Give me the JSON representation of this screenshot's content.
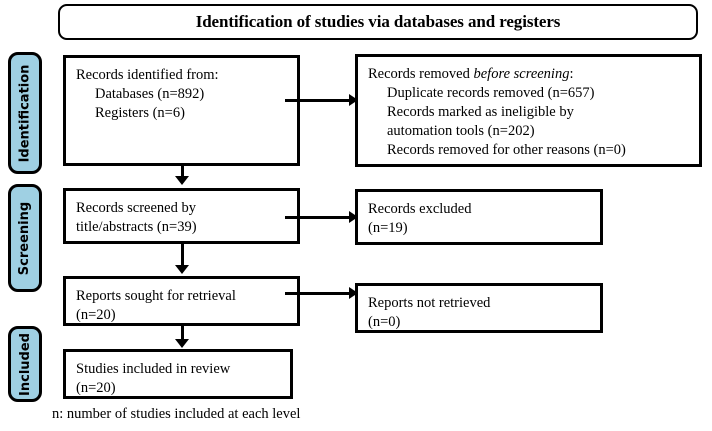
{
  "title": {
    "text": "Identification of studies via databases and registers"
  },
  "stages": [
    {
      "id": "identification",
      "label": "Identification"
    },
    {
      "id": "screening",
      "label": "Screening"
    },
    {
      "id": "included",
      "label": "Included"
    }
  ],
  "boxes": {
    "identified": {
      "line1": "Records identified from:",
      "line2": "Databases (n=892)",
      "line3": "Registers (n=6)"
    },
    "removed": {
      "line1_prefix": "Records removed ",
      "line1_italic": "before screening",
      "line1_suffix": ":",
      "line2": "Duplicate records removed (n=657)",
      "line3": "Records marked as ineligible by",
      "line4": "automation tools (n=202)",
      "line5": "Records removed for other reasons (n=0)"
    },
    "screened": {
      "line1": "Records screened by",
      "line2": "title/abstracts (n=39)"
    },
    "excluded": {
      "line1": "Records excluded",
      "line2": "(n=19)"
    },
    "sought": {
      "line1": "Reports sought for retrieval",
      "line2": "(n=20)"
    },
    "not_retrieved": {
      "line1": "Reports not retrieved",
      "line2": "(n=0)"
    },
    "included": {
      "line1": "Studies included in review",
      "line2": "(n=20)"
    }
  },
  "footnote": {
    "text": "n: number of studies included at each level"
  },
  "colors": {
    "stage_fill": "#9FD0E3",
    "stroke": "#000000",
    "background": "#ffffff"
  },
  "counts": {
    "databases": 892,
    "registers": 6,
    "duplicates_removed": 657,
    "ineligible_automation": 202,
    "removed_other": 0,
    "screened": 39,
    "excluded": 19,
    "sought_for_retrieval": 20,
    "not_retrieved": 0,
    "included_in_review": 20
  }
}
